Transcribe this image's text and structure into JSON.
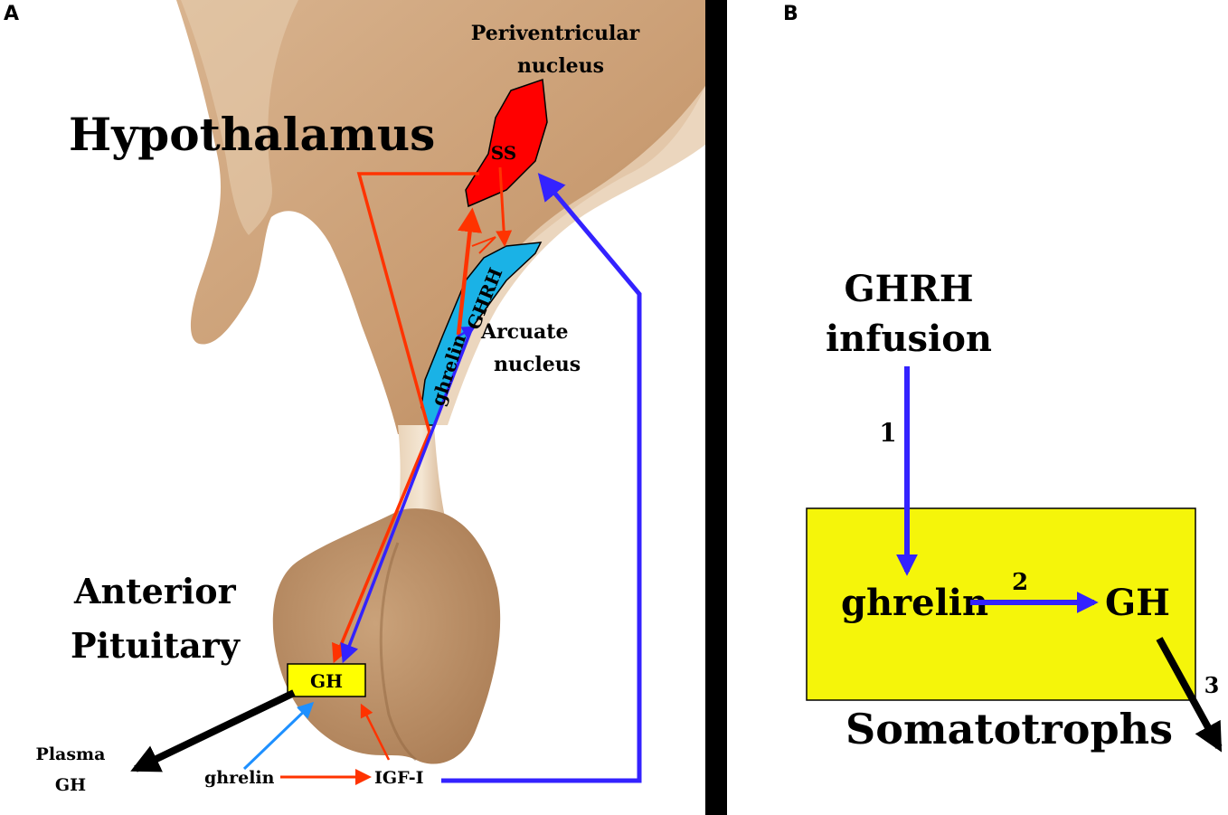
{
  "panel_a": {
    "letter": "A",
    "hypothalamus": "Hypothalamus",
    "periventricular_line1": "Periventricular",
    "periventricular_line2": "nucleus",
    "ss": "SS",
    "ghrh": "GHRH",
    "ghrelin_arcuate": "ghrelin",
    "arcuate_line1": "Arcuate",
    "arcuate_line2": "nucleus",
    "anterior": "Anterior",
    "pituitary": "Pituitary",
    "gh": "GH",
    "plasma_line1": "Plasma",
    "plasma_line2": "GH",
    "ghrelin_bottom": "ghrelin",
    "igf": "IGF-I"
  },
  "panel_b": {
    "letter": "B",
    "ghrh_line1": "GHRH",
    "ghrh_line2": "infusion",
    "step1": "1",
    "ghrelin": "ghrelin",
    "step2": "2",
    "gh": "GH",
    "step3": "3",
    "somatotrophs": "Somatotrophs"
  },
  "colors": {
    "tissue": "#d6b18c",
    "tissue_dark": "#b98b62",
    "periventricular": "#ff0000",
    "arcuate": "#1ab2e6",
    "gh_box": "#ffff00",
    "somatotroph_box": "#f5f50a",
    "inhibitory": "#ff3300",
    "stimulatory": "#3322ff",
    "ghrelin_stim": "#1e90ff",
    "output": "#000000",
    "divider": "#000000"
  }
}
